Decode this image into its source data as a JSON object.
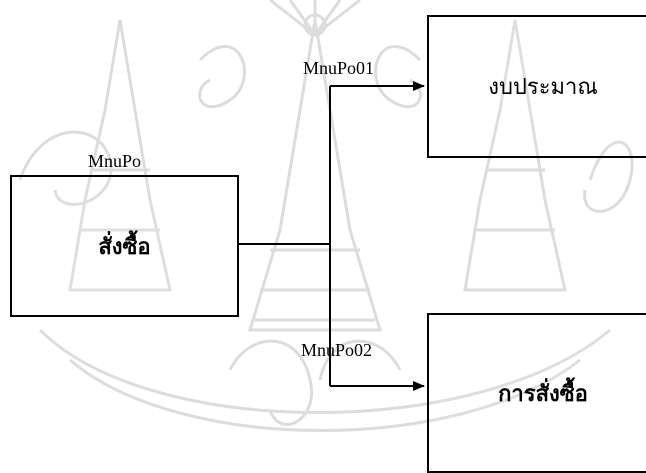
{
  "diagram": {
    "nodes": [
      {
        "id": "root",
        "code": "MnuPo",
        "label": "สั่งซื้อ"
      },
      {
        "id": "child1",
        "code": "MnuPo01",
        "label": "งบประมาณ"
      },
      {
        "id": "child2",
        "code": "MnuPo02",
        "label": "การสั่งซื้อ"
      }
    ]
  },
  "colors": {
    "line": "#000000",
    "watermark": "#d9d9d9"
  }
}
